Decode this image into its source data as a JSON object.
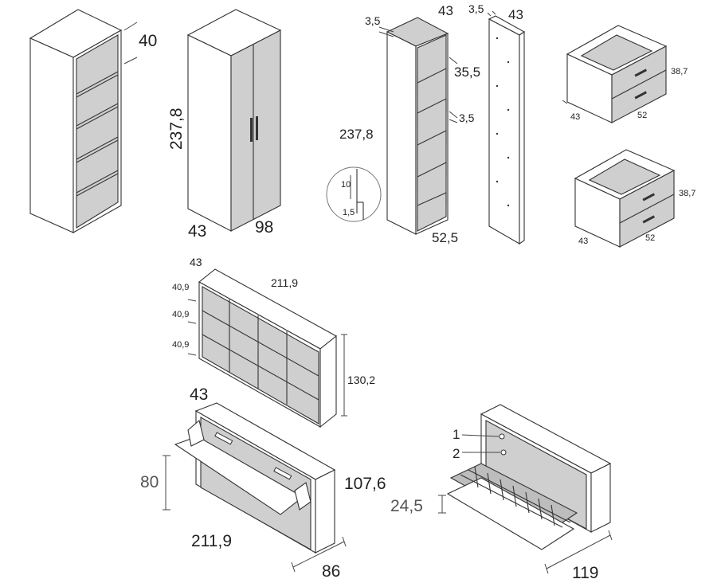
{
  "labels": {
    "shelf_unit_depth": "40",
    "wardrobe_height": "237,8",
    "wardrobe_depth": "43",
    "wardrobe_width": "98",
    "side_panel_thickness": "3,5",
    "side_panel_depth": "43",
    "shelf_spacing": "35,5",
    "shelf_thickness": "3,5",
    "module_height": "237,8",
    "module_width": "52,5",
    "detail_10": "10",
    "detail_1_5": "1,5",
    "panel_thickness": "3,5",
    "panel_depth": "43",
    "drawer_top_height": "38,7",
    "drawer_top_depth": "43",
    "drawer_top_width": "52",
    "drawer_bottom_height": "38,7",
    "drawer_bottom_depth": "43",
    "drawer_bottom_width": "52",
    "cubby_depth": "43",
    "cubby_width": "211,9",
    "cubby_row1": "40,9",
    "cubby_row2": "40,9",
    "cubby_row3": "40,9",
    "cubby_height": "130,2",
    "bed_depth": "43",
    "bed_front_height": "80",
    "bed_height": "107,6",
    "bed_width": "211,9",
    "bed_open_depth": "86",
    "callout_1": "1",
    "callout_2": "2",
    "bed2_leg_height": "24,5",
    "bed2_open_depth": "119"
  }
}
